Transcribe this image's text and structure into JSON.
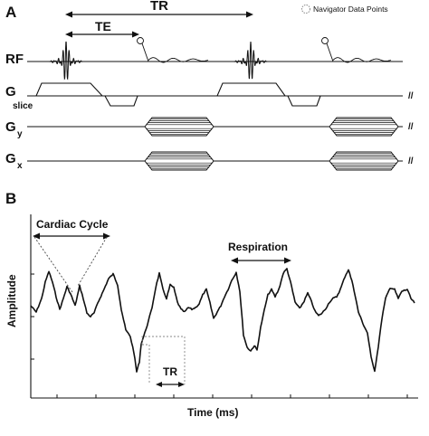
{
  "panel_a": {
    "label": "A",
    "legend": "Navigator Data Points",
    "timing_labels": {
      "tr": "TR",
      "te": "TE"
    },
    "rows": [
      {
        "label": "RF",
        "sub": ""
      },
      {
        "label": "G",
        "sub": "slice"
      },
      {
        "label": "G",
        "sub": "y"
      },
      {
        "label": "G",
        "sub": "x"
      }
    ],
    "axis_break": "//"
  },
  "panel_b": {
    "label": "B",
    "ylabel": "Amplitude",
    "xlabel": "Time (ms)",
    "annotations": {
      "cardiac": "Cardiac Cycle",
      "respiration": "Respiration",
      "tr": "TR"
    }
  },
  "colors": {
    "ink": "#111111",
    "guide": "#777777",
    "legend_circle": "#888888"
  }
}
